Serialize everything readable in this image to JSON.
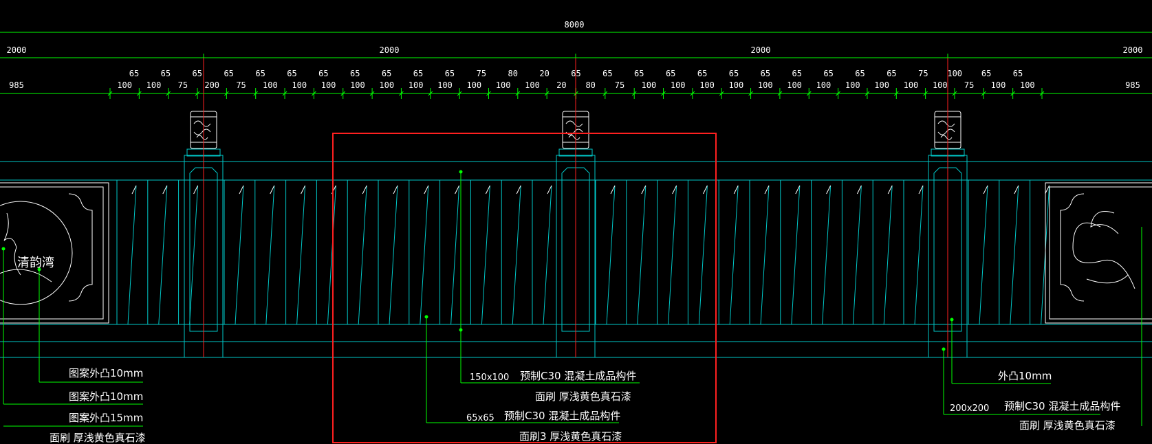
{
  "drawing": {
    "colors": {
      "background": "#000000",
      "dimension": "#00ff00",
      "structure": "#00c8c8",
      "centerline": "#ff2020",
      "highlight_box": "#ff2020",
      "text": "#ffffff"
    },
    "top_dimension": "8000",
    "segment_dimensions": [
      "2000",
      "2000",
      "2000",
      "2000"
    ],
    "small_dimensions": {
      "left_end": "985",
      "right_end": "985",
      "upper_row": [
        "65",
        "65",
        "65",
        "65",
        "65",
        "65",
        "65",
        "65",
        "65",
        "65",
        "65",
        "75",
        "80",
        "20",
        "65",
        "65",
        "65",
        "65",
        "65",
        "65",
        "65",
        "65",
        "65",
        "65",
        "65",
        "75",
        "100",
        "65",
        "65"
      ],
      "lower_row": [
        "100",
        "100",
        "75",
        "200",
        "75",
        "100",
        "100",
        "100",
        "100",
        "100",
        "100",
        "100",
        "100",
        "100",
        "100",
        "20",
        "80",
        "75",
        "100",
        "100",
        "100",
        "100",
        "100",
        "100",
        "100",
        "100",
        "100",
        "100",
        "100",
        "75",
        "100",
        "100"
      ]
    },
    "left_panel_text": "清韵湾",
    "annotations": {
      "left_1": "图案外凸10mm",
      "left_2": "图案外凸10mm",
      "left_3": "图案外凸15mm",
      "left_4": "面刷 厚浅黄色真石漆",
      "center_1_size": "150x100",
      "center_1_spec": "预制C30  混凝土成品构件",
      "center_1_finish": "面刷 厚浅黄色真石漆",
      "center_2_size": "65x65",
      "center_2_spec": "预制C30  混凝土成品构件",
      "center_2_finish": "面刷3 厚浅黄色真石漆",
      "right_1": "外凸10mm",
      "right_2_size": "200x200",
      "right_2_spec": "预制C30  混凝土成品构件",
      "right_2_finish": "面刷 厚浅黄色真石漆"
    }
  }
}
